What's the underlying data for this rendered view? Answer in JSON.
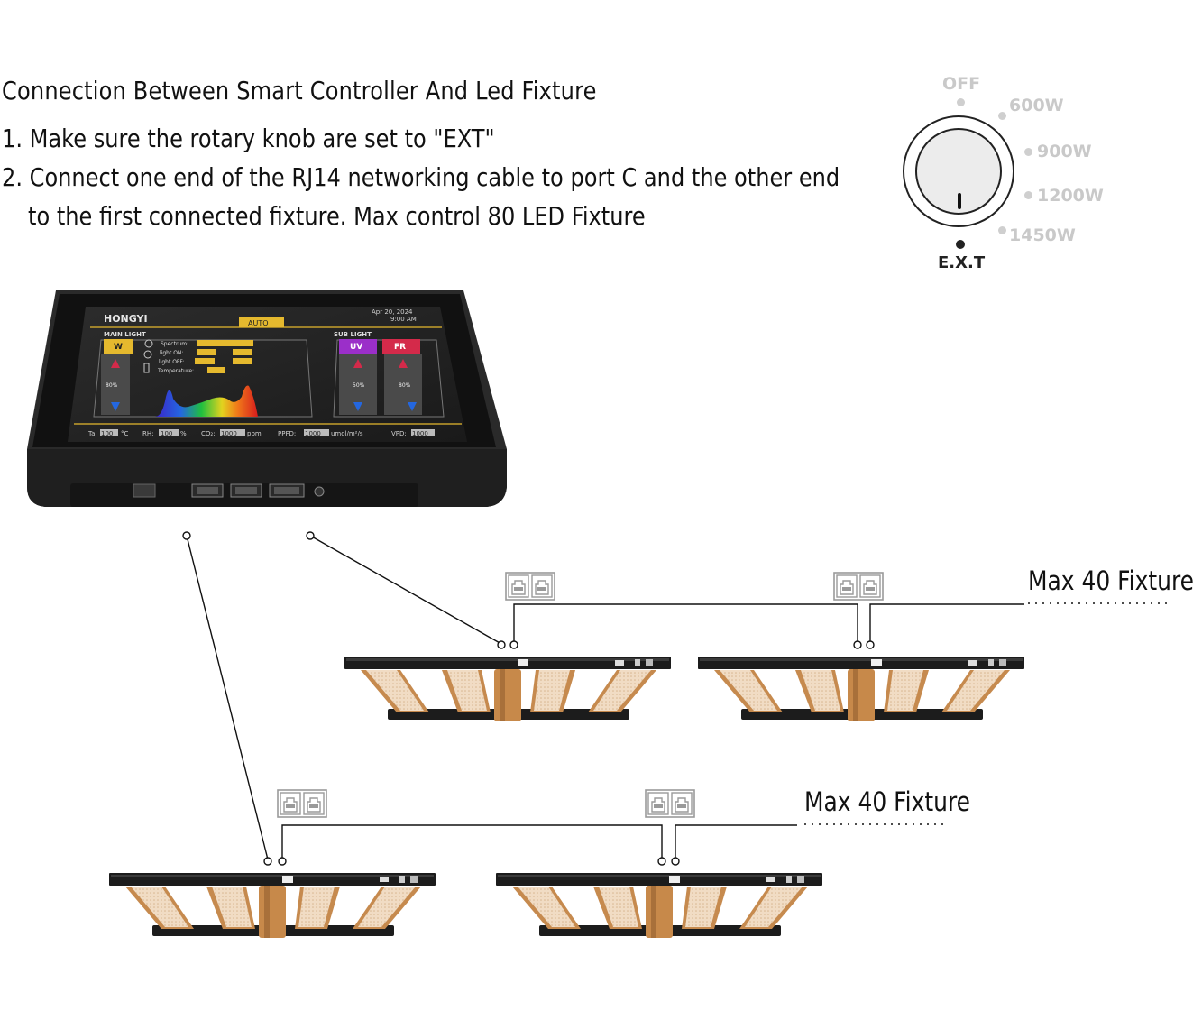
{
  "heading": {
    "title": "Connection Between Smart Controller And Led Fixture",
    "step1": "1. Make sure the rotary knob are set to \"EXT\"",
    "step2_line1": "2. Connect one end of the RJ14 networking cable to port C and the other end",
    "step2_line2": "to the first connected fixture. Max control 80 LED Fixture"
  },
  "knob": {
    "labels": [
      "OFF",
      "600W",
      "900W",
      "1200W",
      "1450W"
    ],
    "selected": "E.X.T"
  },
  "controller": {
    "brand": "HONGYI",
    "mode": "AUTO",
    "date": "Apr 20, 2024",
    "time": "9:00 AM",
    "main_light": "MAIN LIGHT",
    "sub_light": "SUB LIGHT",
    "w_label": "W",
    "uv_label": "UV",
    "fr_label": "FR",
    "w_pct": "80%",
    "uv_pct": "50%",
    "fr_pct": "80%",
    "spectrum": "Spectrum:",
    "light_on": "light ON:",
    "light_off": "light OFF:",
    "temperature": "Temperature:",
    "status_ta": "Ta:",
    "status_ta_val": "100",
    "status_ta_unit": "°C",
    "status_rh": "RH:",
    "status_rh_val": "100",
    "status_rh_unit": "%",
    "status_co2": "CO₂:",
    "status_co2_val": "1000",
    "status_co2_unit": "ppm",
    "status_ppfd": "PPFD:",
    "status_ppfd_val": "1000",
    "status_ppfd_unit": "umol/m²/s",
    "status_vpd": "VPD:",
    "status_vpd_val": "1000"
  },
  "chains": {
    "upper_label": "Max 40 Fixture",
    "lower_label": "Max 40 Fixture"
  },
  "colors": {
    "accent_yellow": "#e5b92e",
    "uv_purple": "#9b2fc9",
    "fr_red": "#d42a4a",
    "fixture_copper": "#c68a4e",
    "fixture_bar": "#1c1c1c"
  }
}
